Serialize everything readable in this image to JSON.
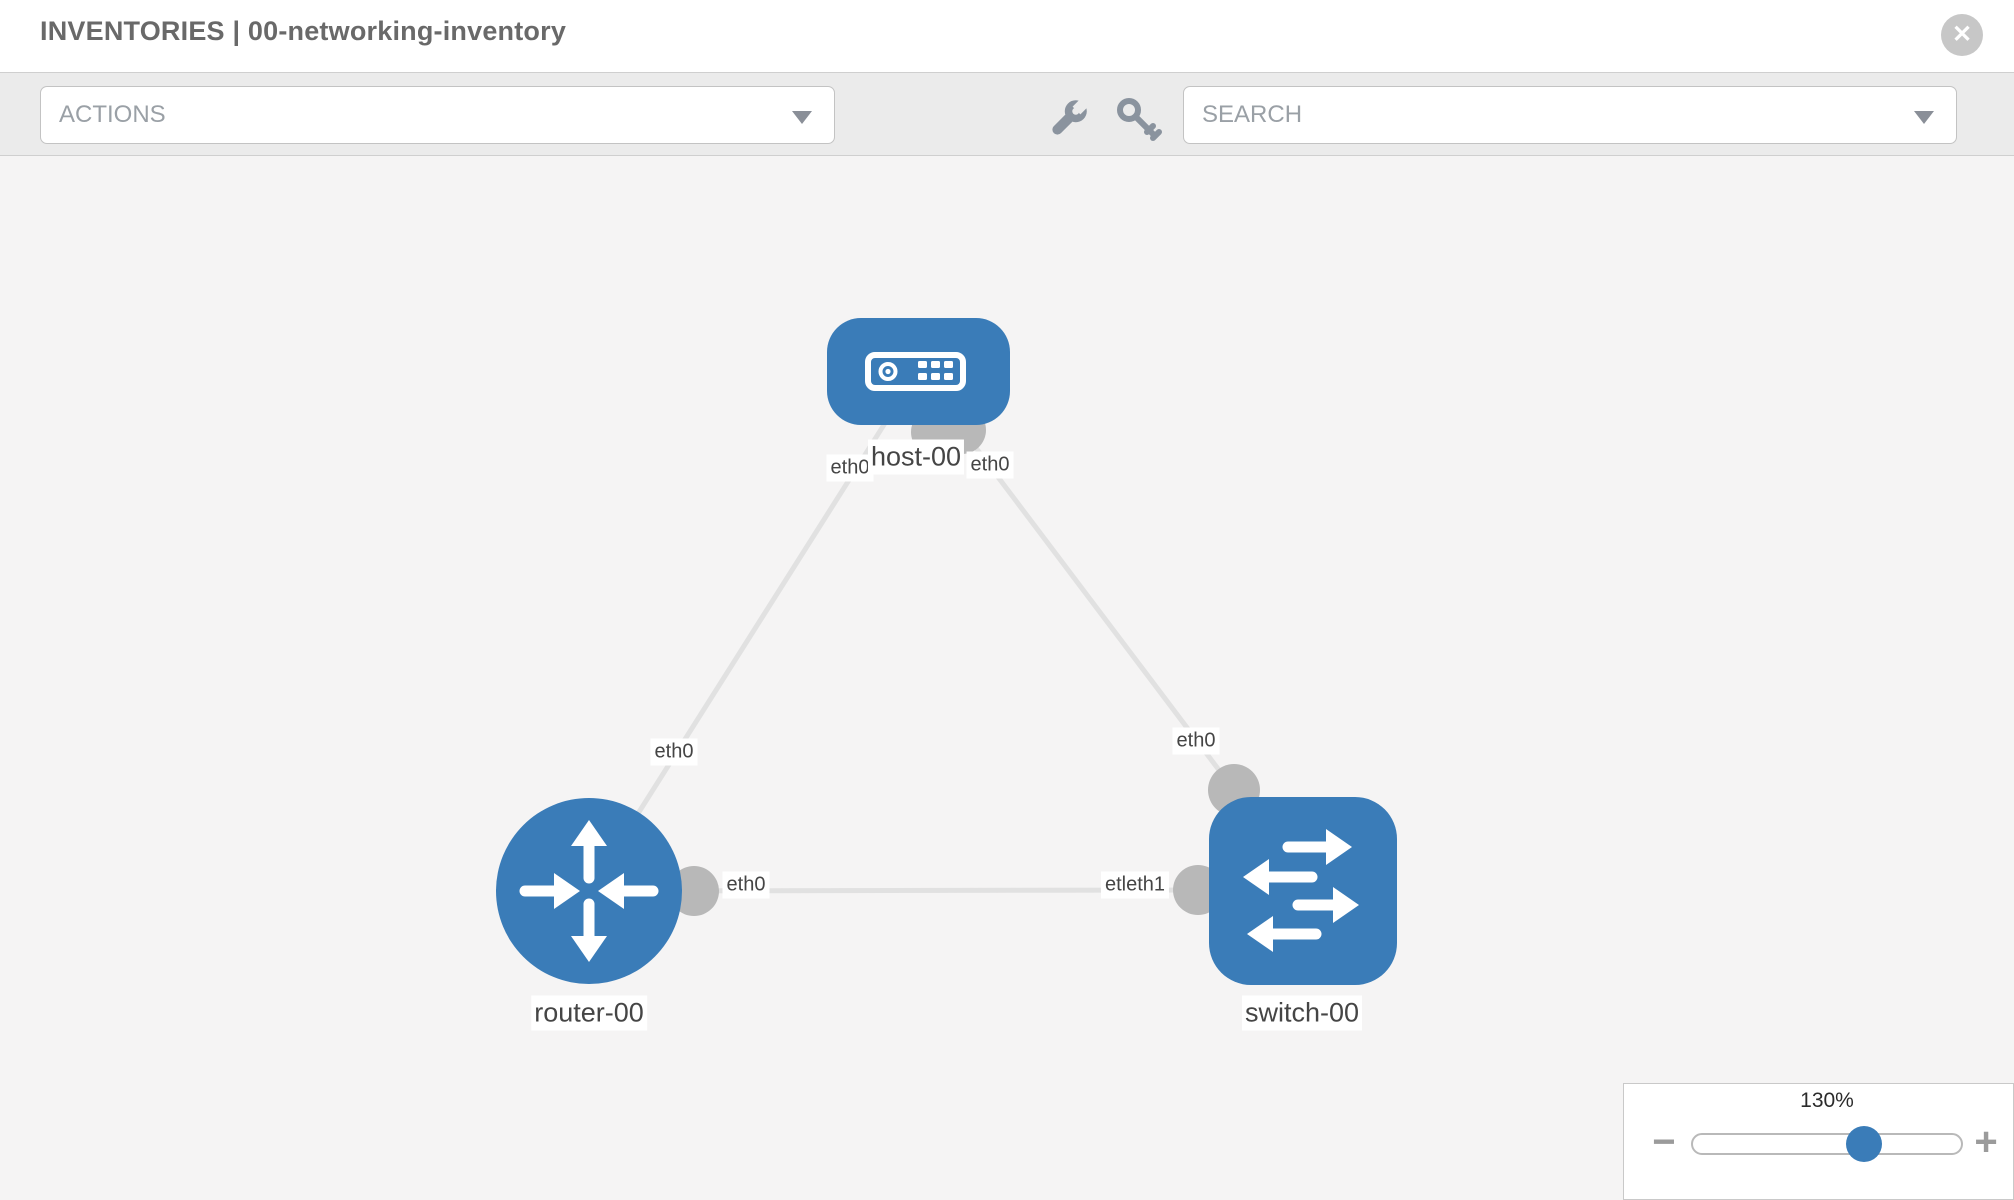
{
  "header": {
    "title": "INVENTORIES | 00-networking-inventory",
    "close_glyph": "✕"
  },
  "toolbar": {
    "actions_label": "ACTIONS",
    "search_placeholder": "SEARCH",
    "icons": [
      "wrench-icon",
      "key-icon"
    ]
  },
  "canvas": {
    "nodes": {
      "host": {
        "label": "host-00",
        "type": "host"
      },
      "router": {
        "label": "router-00",
        "type": "router"
      },
      "switch": {
        "label": "switch-00",
        "type": "switch"
      }
    },
    "links": [
      {
        "from": "host-00",
        "to": "router-00",
        "from_interface": "eth0",
        "to_interface": "eth0"
      },
      {
        "from": "host-00",
        "to": "switch-00",
        "from_interface": "eth0",
        "to_interface": "eth0"
      },
      {
        "from": "router-00",
        "to": "switch-00",
        "from_interface": "eth0",
        "to_interface": "etleth1"
      }
    ],
    "interfaces": {
      "host_to_router_near_host": "eth0",
      "host_to_router_near_router": "eth0",
      "host_to_switch_near_host": "eth0",
      "host_to_switch_near_switch": "eth0",
      "router_to_switch_near_router": "eth0",
      "router_to_switch_near_switch": "etleth1"
    }
  },
  "zoom_control": {
    "level": "130%",
    "zoom_out_glyph": "−",
    "zoom_in_glyph": "+"
  },
  "colors": {
    "node_blue": "#3a7cb8",
    "connector_gray": "#b8b8b8",
    "link_gray": "#e1e1e1",
    "toolbar_bg": "#ebebeb",
    "canvas_bg": "#f5f4f4"
  }
}
